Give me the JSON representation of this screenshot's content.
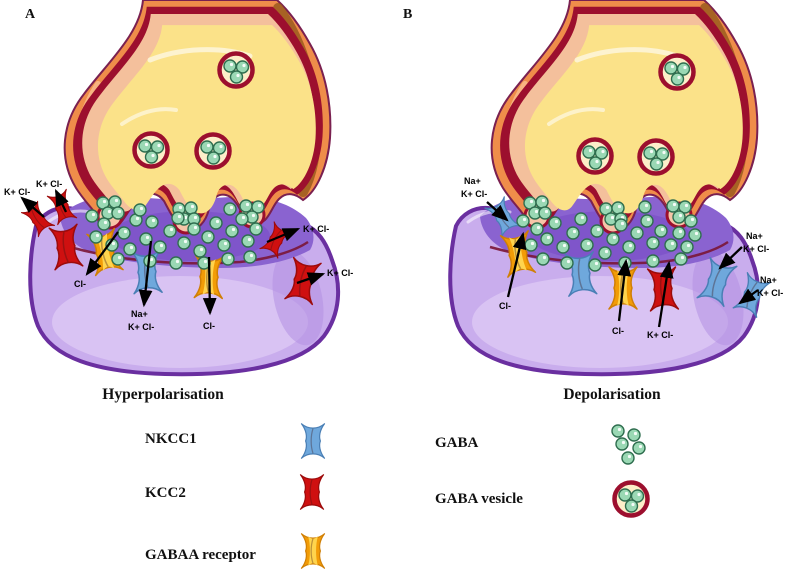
{
  "figure": {
    "panel_a": {
      "letter": "A",
      "caption": "Hyperpolarisation",
      "ion_labels": {
        "kcl_far_left": "K+ Cl-",
        "kcl_left": "K+ Cl-",
        "cl_gabaa_left": "Cl-",
        "na_nkcc1": "Na+",
        "kcl_nkcc1": "K+ Cl-",
        "cl_gabaa_right": "Cl-",
        "kcl_right_upper": "K+ Cl-",
        "kcl_right_lower": "K+ Cl-"
      }
    },
    "panel_b": {
      "letter": "B",
      "caption": "Depolarisation",
      "ion_labels": {
        "na_left": "Na+",
        "kcl_left": "K+ Cl-",
        "cl_gabaa_left": "Cl-",
        "cl_gabaa_mid": "Cl-",
        "kcl_kcc2": "K+ Cl-",
        "na_right_upper": "Na+",
        "kcl_right_upper": "K+ Cl-",
        "na_right_lower": "Na+",
        "kcl_right_lower": "K+ Cl-"
      }
    },
    "legend": {
      "nkcc1": "NKCC1",
      "kcc2": "KCC2",
      "gabaa_receptor": "GABAA receptor",
      "gaba": "GABA",
      "gaba_vesicle": "GABA vesicle"
    },
    "colors": {
      "nkcc1_blue": "#6fa8dc",
      "kcc2_red": "#cf1010",
      "gabaa_orange": "#f29c07",
      "gaba_green": "#9ad8b4",
      "vesicle_ring_red": "#9c0f2e",
      "presynaptic_orange": "#ef8d4a",
      "presynaptic_interior_yellow": "#fbe289",
      "presynaptic_inner_salmon": "#f4c09c",
      "postsynaptic_purple": "#c9aded",
      "synaptic_density_purple": "#8a63d0",
      "arrow_black": "#000000"
    }
  }
}
